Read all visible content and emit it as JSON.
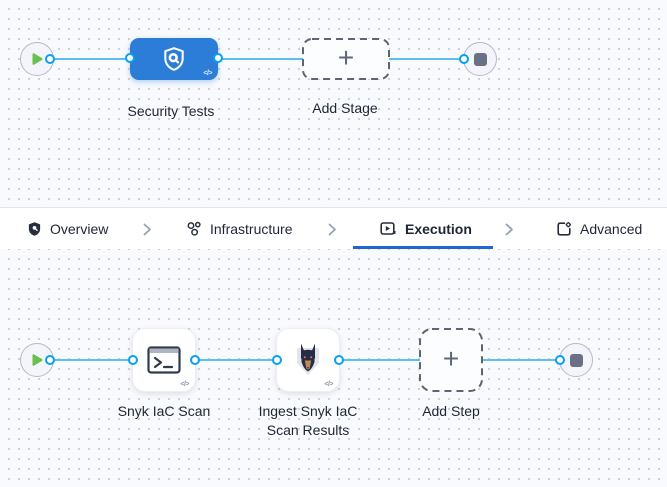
{
  "stage_graph": {
    "stage": {
      "label": "Security Tests",
      "code_badge": "</>"
    },
    "add_stage": {
      "label": "Add Stage",
      "plus": "+"
    }
  },
  "tab_bar": {
    "items": [
      {
        "label": "Overview",
        "selected": false
      },
      {
        "label": "Infrastructure",
        "selected": false
      },
      {
        "label": "Execution",
        "selected": true
      },
      {
        "label": "Advanced",
        "selected": false
      }
    ]
  },
  "step_graph": {
    "steps": [
      {
        "label": "Snyk IaC Scan",
        "code_badge": "</>"
      },
      {
        "label": "Ingest Snyk IaC Scan Results",
        "code_badge": "</>"
      }
    ],
    "add_step": {
      "label": "Add Step",
      "plus": "+"
    }
  },
  "colors": {
    "stage_blue": "#2b7dd8",
    "connector_line": "#5bc0ee",
    "connector_dot_ring": "#09a0f2",
    "active_tab_underline": "#2065d2",
    "play_green": "#68c04f",
    "stop_gray": "#6a7186",
    "canvas_bg": "#f9fafd",
    "text_dark": "#1e2535"
  }
}
